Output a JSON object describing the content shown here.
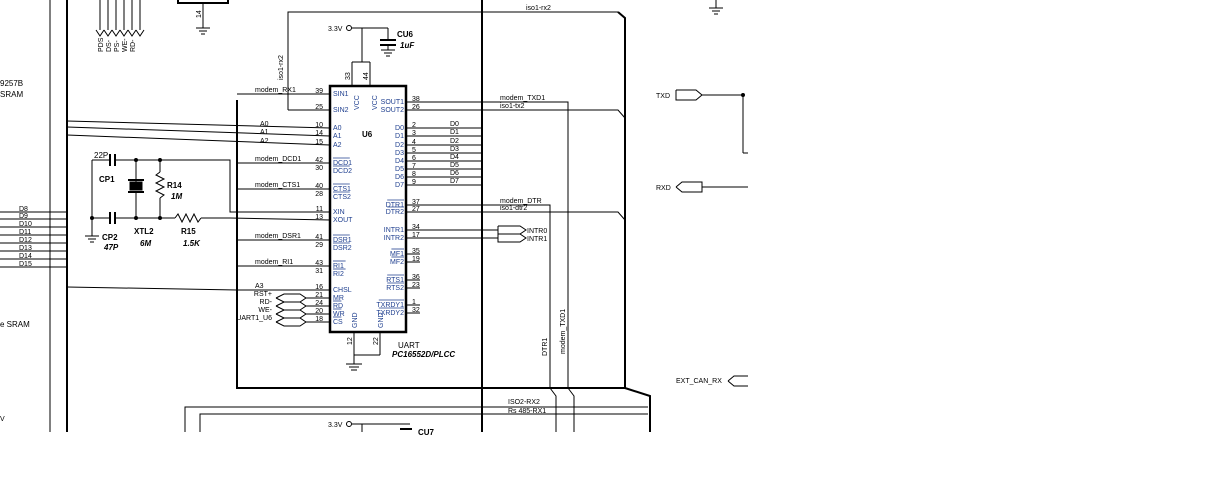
{
  "supply": {
    "label": "3.3V"
  },
  "cu6": {
    "name": "CU6",
    "value": "1uF"
  },
  "cu7": {
    "name": "CU7"
  },
  "u6": {
    "ref": "U6",
    "type": "UART",
    "part": "PC16552D/PLCC",
    "vcc_pins": [
      "33",
      "44"
    ],
    "vcc_labels": [
      "VCC",
      "VCC"
    ],
    "gnd_pins": [
      "12",
      "22"
    ],
    "gnd_labels": [
      "GND",
      "GND"
    ],
    "left_pins": [
      {
        "num": "39",
        "name": "SIN1",
        "net": "modem_RX1"
      },
      {
        "num": "25",
        "name": "SIN2",
        "net": ""
      },
      {
        "num": "10",
        "name": "A0",
        "net": "A0"
      },
      {
        "num": "14",
        "name": "A1",
        "net": "A1"
      },
      {
        "num": "15",
        "name": "A2",
        "net": "A2"
      },
      {
        "num": "42",
        "name": "DCD1",
        "net": "modem_DCD1"
      },
      {
        "num": "30",
        "name": "DCD2",
        "net": ""
      },
      {
        "num": "40",
        "name": "CTS1",
        "net": "modem_CTS1"
      },
      {
        "num": "28",
        "name": "CTS2",
        "net": ""
      },
      {
        "num": "11",
        "name": "XIN",
        "net": ""
      },
      {
        "num": "13",
        "name": "XOUT",
        "net": ""
      },
      {
        "num": "41",
        "name": "DSR1",
        "net": "modem_DSR1"
      },
      {
        "num": "29",
        "name": "DSR2",
        "net": ""
      },
      {
        "num": "43",
        "name": "RI1",
        "net": "modem_RI1"
      },
      {
        "num": "31",
        "name": "RI2",
        "net": ""
      },
      {
        "num": "16",
        "name": "CHSL",
        "net": "A3"
      },
      {
        "num": "21",
        "name": "MR",
        "net": "RST+"
      },
      {
        "num": "24",
        "name": "RD",
        "net": "RD-"
      },
      {
        "num": "20",
        "name": "WR",
        "net": "WE-"
      },
      {
        "num": "18",
        "name": "CS",
        "net": "UART1_U6"
      }
    ],
    "right_pins": [
      {
        "num": "38",
        "name": "SOUT1",
        "net": "modem_TXD1"
      },
      {
        "num": "26",
        "name": "SOUT2",
        "net": "iso1-tx2"
      },
      {
        "num": "2",
        "name": "D0",
        "net": "D0"
      },
      {
        "num": "3",
        "name": "D1",
        "net": "D1"
      },
      {
        "num": "4",
        "name": "D2",
        "net": "D2"
      },
      {
        "num": "5",
        "name": "D3",
        "net": "D3"
      },
      {
        "num": "6",
        "name": "D4",
        "net": "D4"
      },
      {
        "num": "7",
        "name": "D5",
        "net": "D5"
      },
      {
        "num": "8",
        "name": "D6",
        "net": "D6"
      },
      {
        "num": "9",
        "name": "D7",
        "net": "D7"
      },
      {
        "num": "37",
        "name": "DTR1",
        "net": "modem_DTR"
      },
      {
        "num": "27",
        "name": "DTR2",
        "net": "iso1-dtr2"
      },
      {
        "num": "34",
        "name": "INTR1",
        "net": ""
      },
      {
        "num": "17",
        "name": "INTR2",
        "net": ""
      },
      {
        "num": "35",
        "name": "MF1",
        "net": ""
      },
      {
        "num": "19",
        "name": "MF2",
        "net": ""
      },
      {
        "num": "36",
        "name": "RTS1",
        "net": ""
      },
      {
        "num": "23",
        "name": "RTS2",
        "net": ""
      },
      {
        "num": "1",
        "name": "TXRDY1",
        "net": ""
      },
      {
        "num": "32",
        "name": "TXRDY2",
        "net": ""
      }
    ]
  },
  "nets": {
    "iso1_rx2": "iso1-rx2",
    "intr0": "INTR0",
    "intr1": "INTR1",
    "txd": "TXD",
    "rxd": "RXD",
    "ext_can_rx": "EXT_CAN_RX",
    "iso2_rx2": "ISO2-RX2",
    "rs485_rx1": "Rs 485-RX1",
    "dtr1_v": "DTR1",
    "modem_txd1_v": "modem_TXD1"
  },
  "crystal": {
    "cp1": {
      "name": "CP1",
      "value": "22P"
    },
    "cp2": {
      "name": "CP2",
      "value": "47P"
    },
    "xtl2": {
      "name": "XTL2",
      "value": "6M"
    },
    "r14": {
      "name": "R14",
      "value": "1M"
    },
    "r15": {
      "name": "R15",
      "value": "1.5K"
    }
  },
  "left_edge": {
    "part_fragment": "9257B",
    "sram1": "SRAM",
    "sram2": "e SRAM",
    "v_fragment": "V",
    "bus_labels": [
      "D8",
      "D9",
      "D10",
      "D11",
      "D12",
      "D13",
      "D14",
      "D15"
    ]
  },
  "top_connector": {
    "pin_labels": [
      "PDS",
      "DS-",
      "PS-",
      "WE-",
      "RD-"
    ],
    "pin_num": "14"
  }
}
